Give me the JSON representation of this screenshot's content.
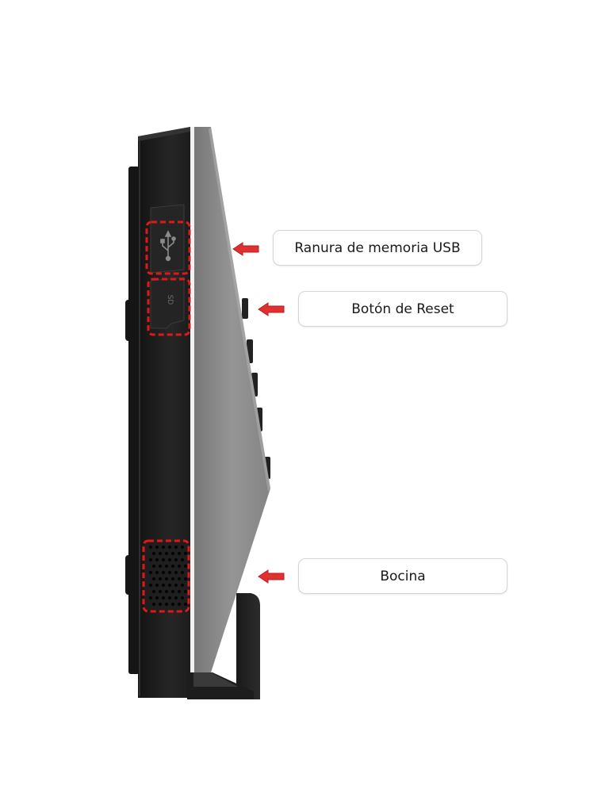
{
  "callouts": {
    "usb": {
      "label": "Ranura de memoria USB"
    },
    "reset": {
      "label": "Botón de Reset"
    },
    "speaker": {
      "label": "Bocina"
    }
  },
  "colors": {
    "background": "#ffffff",
    "device_body": "#1f1f1f",
    "device_face": "#8e8e8e",
    "highlight": "#e01818",
    "arrow": "#e03030",
    "callout_border": "#d4d4d4"
  },
  "icons": {
    "usb_port": "usb-icon",
    "sd_slot": "sd-card-icon",
    "speaker_grille": "speaker-grille-icon",
    "pointer": "arrow-left-icon"
  }
}
